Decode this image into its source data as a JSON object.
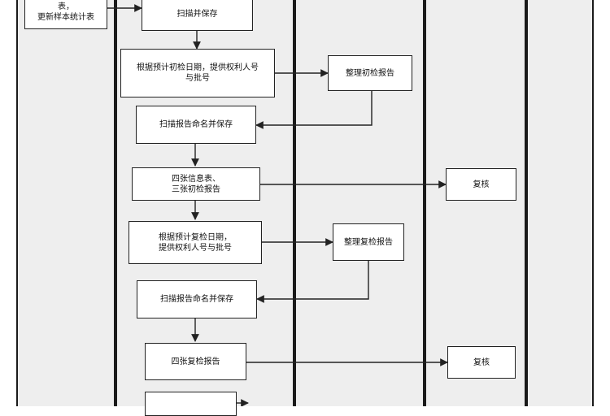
{
  "nodes": {
    "n_top_left": "表，\n更新样本统计表",
    "n1": "扫描并保存",
    "n2": "根据预计初检日期，提供权利人号\n与批号",
    "n3": "整理初检报告",
    "n4": "扫描报告命名并保存",
    "n5": "四张信息表、\n三张初检报告",
    "n6": "复核",
    "n7": "根据预计复检日期，\n提供权利人号与批号",
    "n8": "整理复检报告",
    "n9": "扫描报告命名并保存",
    "n10": "四张复检报告",
    "n11": "复核"
  },
  "colors": {
    "lane_bg": "#eeeeee",
    "page_bg": "#ffffff",
    "line": "#222222"
  }
}
